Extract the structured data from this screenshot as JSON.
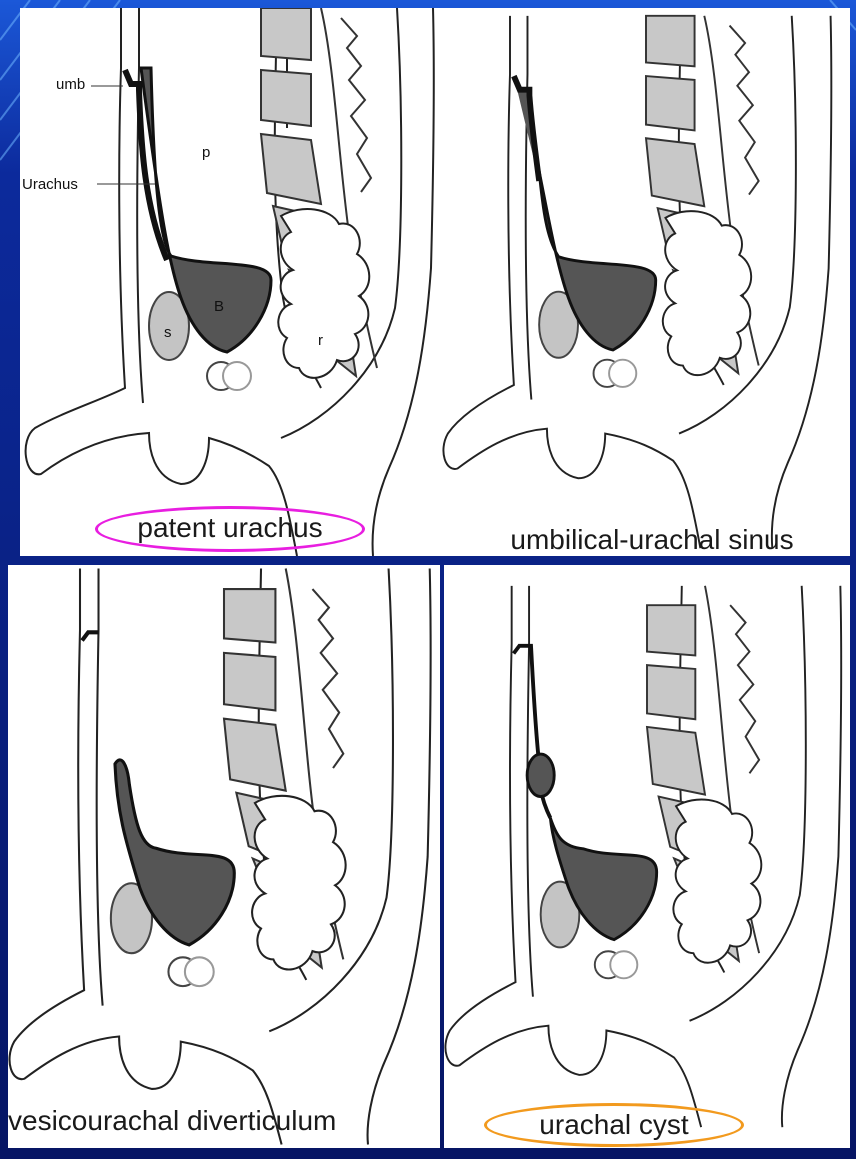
{
  "panels": [
    {
      "id": "p1",
      "caption": "patent urachus",
      "highlight": "#e81ee0",
      "variant": "patent"
    },
    {
      "id": "p2",
      "caption": "umbilical-urachal sinus",
      "highlight": null,
      "variant": "sinus"
    },
    {
      "id": "p3",
      "caption": "vesicourachal diverticulum",
      "highlight": null,
      "variant": "diverticulum"
    },
    {
      "id": "p4",
      "caption": "urachal cyst",
      "highlight": "#f29a1e",
      "variant": "cyst"
    }
  ],
  "labels": {
    "umb": "umb",
    "urachus": "Urachus",
    "p": "p",
    "B": "B",
    "s": "s",
    "r": "r"
  },
  "colors": {
    "background": "#0a1f7a",
    "bladder": "#555555",
    "spine": "#c8c8c8",
    "symphysis": "#bfbfbf",
    "highlight_patent": "#e81ee0",
    "highlight_cyst": "#f29a1e"
  }
}
